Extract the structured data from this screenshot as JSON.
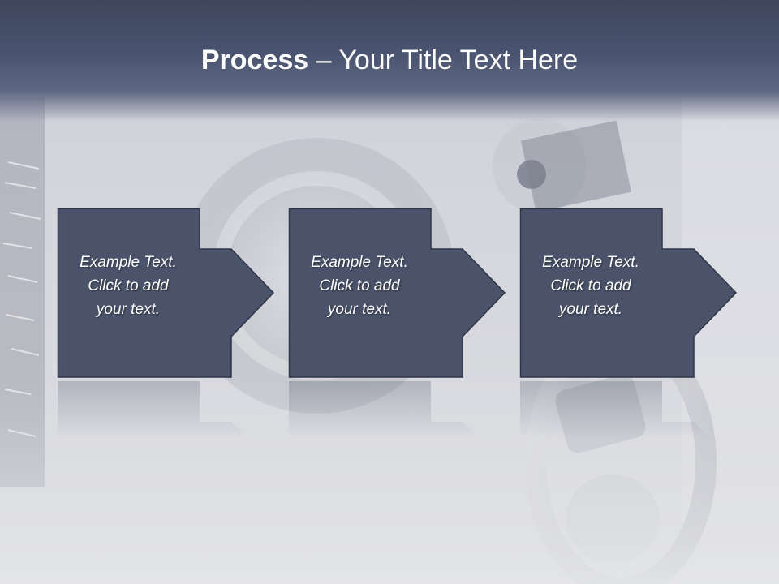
{
  "slide": {
    "title_bold": "Process",
    "title_rest": " – Your Title Text Here"
  },
  "steps": [
    {
      "text": "Example Text.\nClick  to add\nyour text."
    },
    {
      "text": "Example Text.\nClick  to add\nyour text."
    },
    {
      "text": "Example Text.\nClick  to add\nyour text."
    }
  ],
  "colors": {
    "box_fill": "#4a536a",
    "box_border": "#2f3648",
    "title_band": "#434c64"
  }
}
